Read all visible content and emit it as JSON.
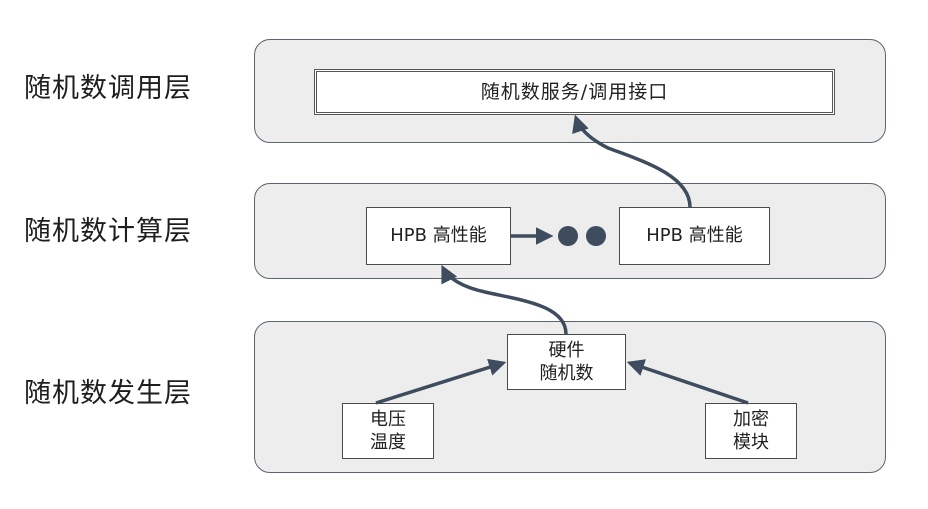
{
  "layers": {
    "call": "随机数调用层",
    "compute": "随机数计算层",
    "generate": "随机数发生层"
  },
  "boxes": {
    "service_interface": "随机数服务/调用接口",
    "hpb_left": "HPB 高性能",
    "hpb_right": "HPB 高性能",
    "hardware_rng": [
      "硬件",
      "随机数"
    ],
    "voltage_temp": [
      "电压",
      "温度"
    ],
    "crypto_module": [
      "加密",
      "模块"
    ]
  },
  "colors": {
    "panel_fill": "#ededed",
    "panel_border": "#5a6470",
    "arrow": "#3e4c5e",
    "dot": "#3e4c5e"
  },
  "icons": {
    "ellipsis": "two-dots"
  }
}
